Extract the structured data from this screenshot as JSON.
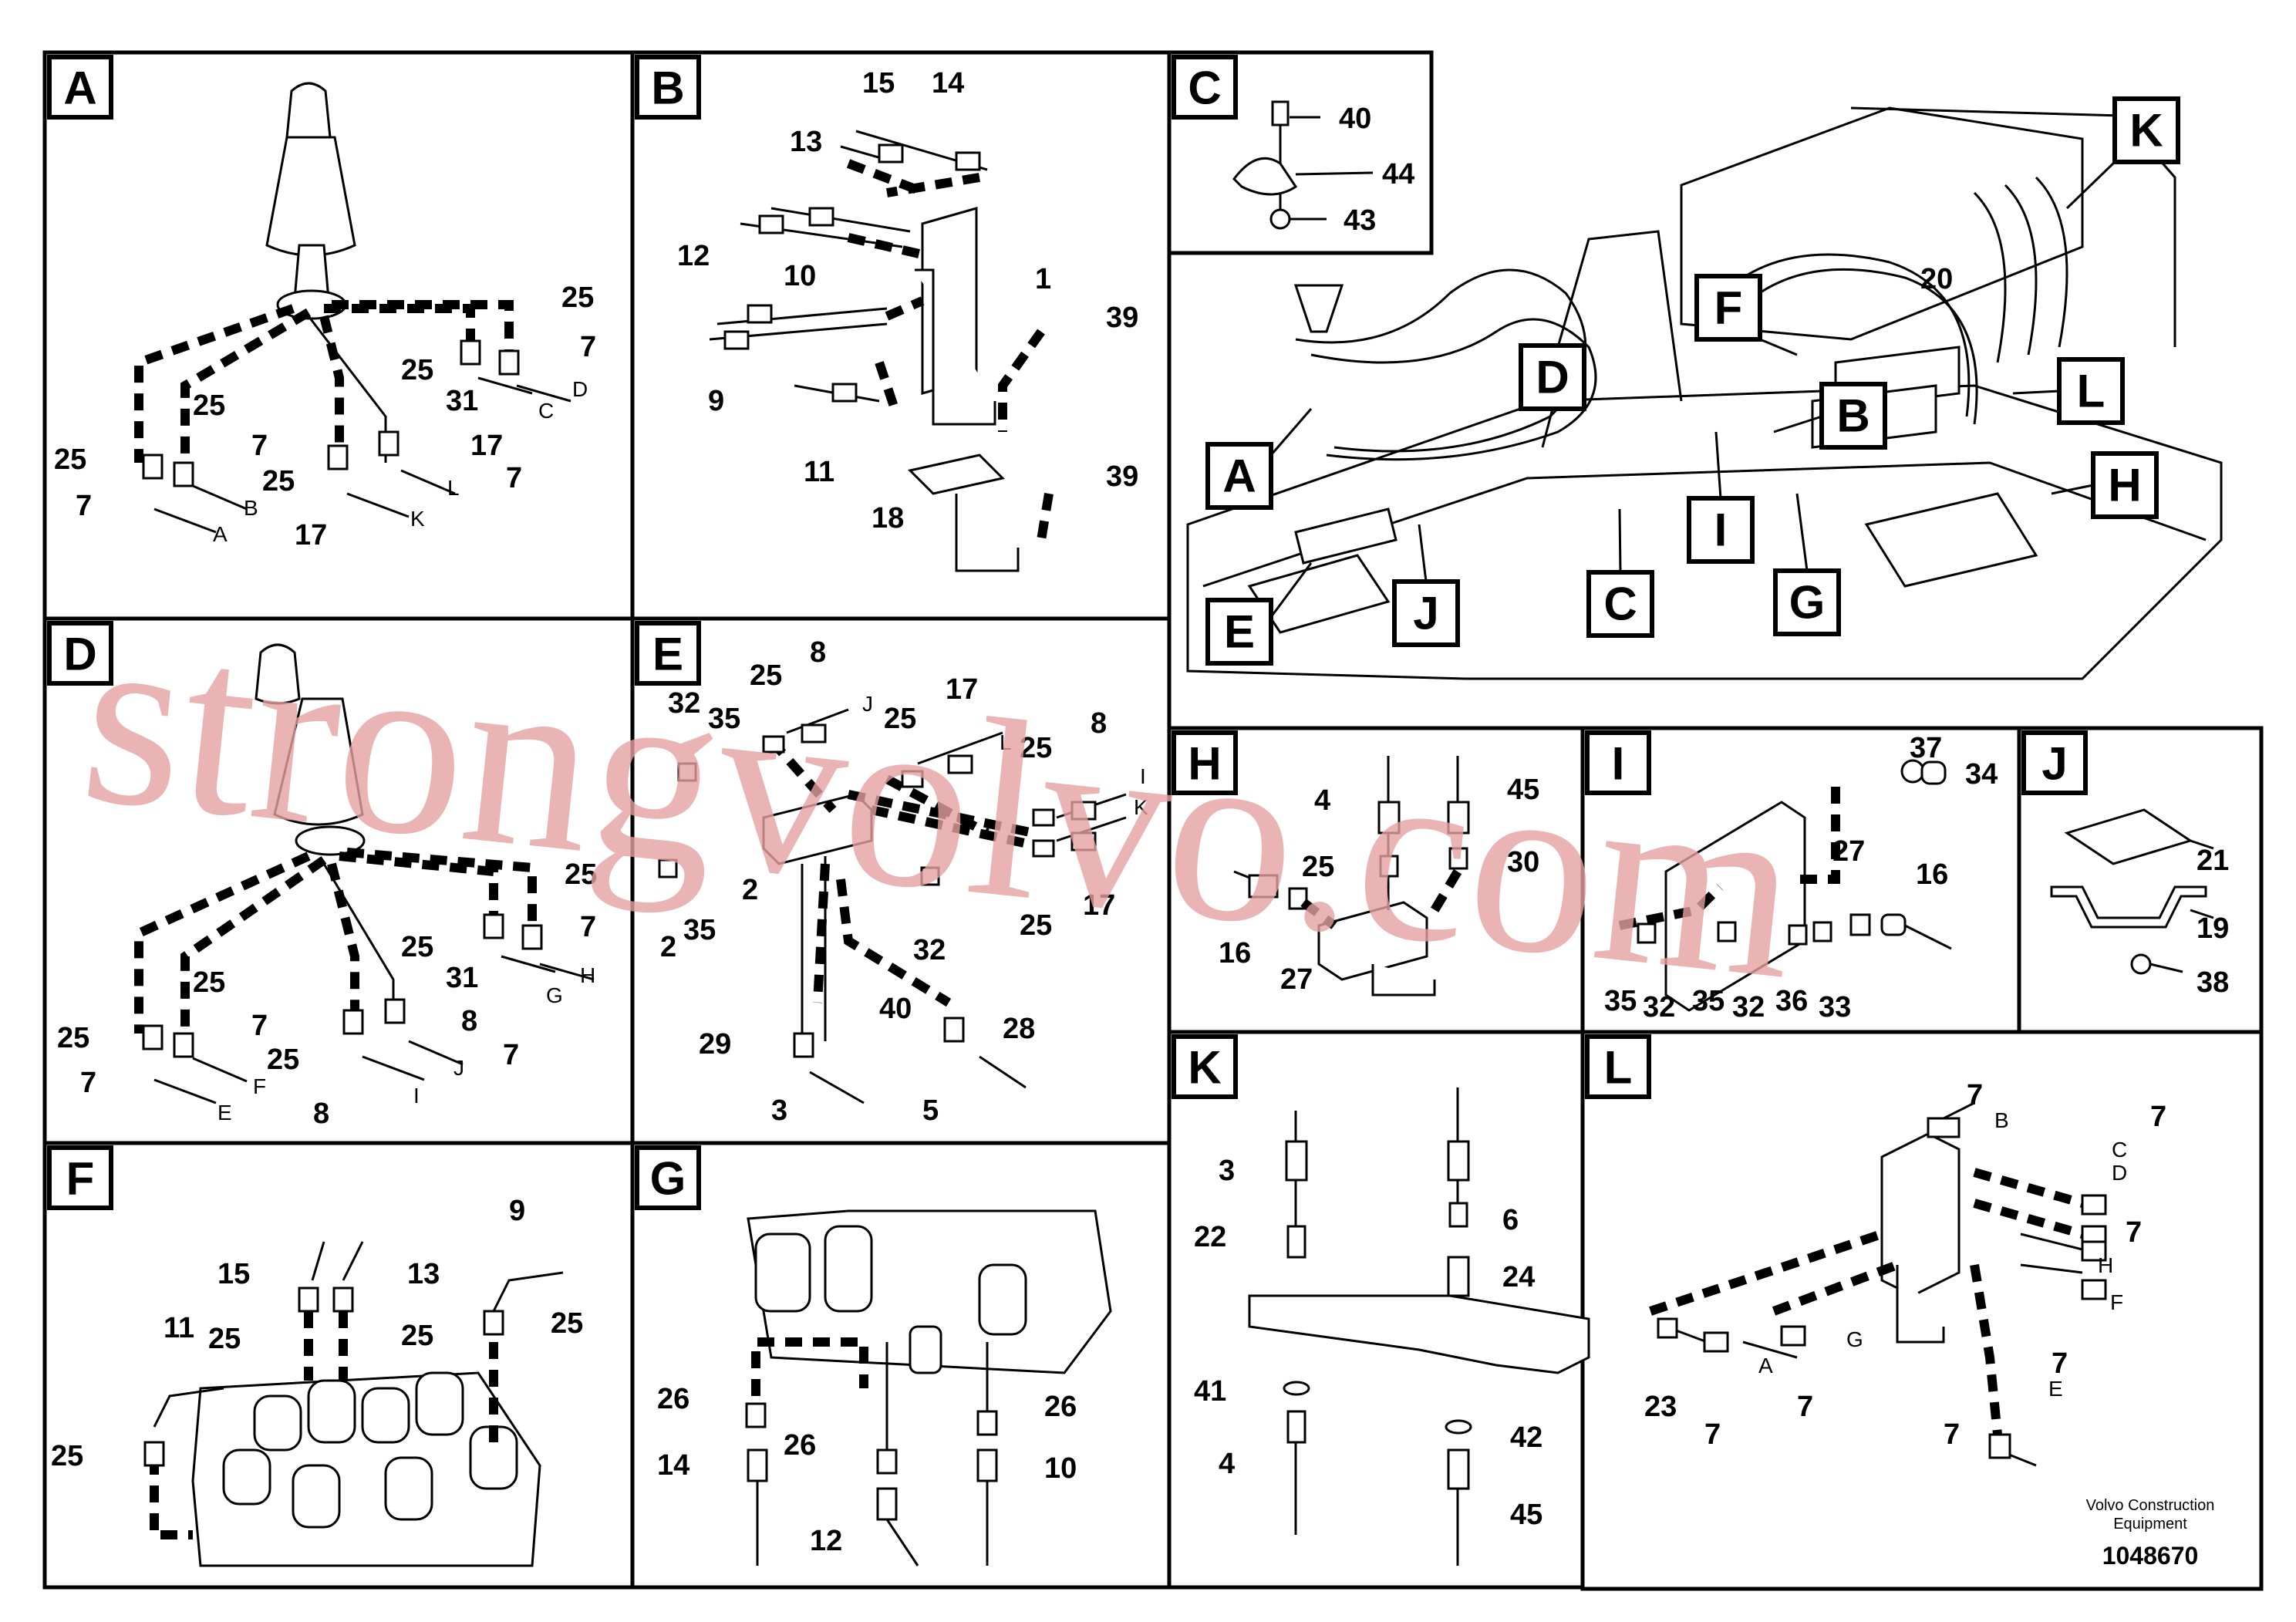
{
  "panels": [
    {
      "id": "A",
      "title": "A"
    },
    {
      "id": "B",
      "title": "B"
    },
    {
      "id": "C",
      "title": "C"
    },
    {
      "id": "D",
      "title": "D"
    },
    {
      "id": "E",
      "title": "E"
    },
    {
      "id": "F",
      "title": "F"
    },
    {
      "id": "G",
      "title": "G"
    },
    {
      "id": "H",
      "title": "H"
    },
    {
      "id": "I",
      "title": "I"
    },
    {
      "id": "J",
      "title": "J"
    },
    {
      "id": "K",
      "title": "K"
    },
    {
      "id": "L",
      "title": "L"
    }
  ],
  "overview": {
    "tags": [
      "K",
      "F",
      "D",
      "B",
      "L",
      "A",
      "H",
      "I",
      "G",
      "E",
      "J",
      "C"
    ],
    "part_20": "20"
  },
  "callouts": {
    "A": [
      "25",
      "7",
      "25",
      "25",
      "7",
      "31",
      "17",
      "7",
      "25",
      "7",
      "25",
      "17"
    ],
    "A_letters": [
      "D",
      "C",
      "B",
      "L",
      "A",
      "K"
    ],
    "B": [
      "15",
      "14",
      "13",
      "12",
      "10",
      "1",
      "39",
      "9",
      "11",
      "39",
      "18"
    ],
    "C": [
      "40",
      "44",
      "43"
    ],
    "D": [
      "25",
      "7",
      "25",
      "25",
      "7",
      "31",
      "8",
      "7",
      "25",
      "7",
      "25",
      "8"
    ],
    "D_letters": [
      "H",
      "G",
      "F",
      "J",
      "E",
      "I"
    ],
    "E": [
      "8",
      "25",
      "17",
      "32",
      "35",
      "25",
      "25",
      "8",
      "17",
      "25",
      "2",
      "35",
      "2",
      "32",
      "40",
      "28",
      "29",
      "3",
      "5"
    ],
    "E_letters": [
      "J",
      "L",
      "I",
      "K"
    ],
    "F": [
      "9",
      "15",
      "13",
      "11",
      "25",
      "25",
      "25",
      "25"
    ],
    "G": [
      "26",
      "26",
      "26",
      "14",
      "10",
      "12"
    ],
    "H": [
      "4",
      "45",
      "25",
      "30",
      "16",
      "27"
    ],
    "I": [
      "37",
      "34",
      "27",
      "16",
      "35",
      "32",
      "35",
      "32",
      "36",
      "33"
    ],
    "J": [
      "21",
      "19",
      "38"
    ],
    "K": [
      "3",
      "6",
      "22",
      "24",
      "41",
      "42",
      "4",
      "45"
    ],
    "L": [
      "7",
      "7",
      "7",
      "7",
      "23",
      "7",
      "7",
      "7"
    ],
    "L_letters": [
      "B",
      "C",
      "D",
      "H",
      "F",
      "A",
      "G",
      "E"
    ]
  },
  "watermark": "strongvolvo.com",
  "footer": {
    "brand": "Volvo Construction Equipment",
    "brand_line1": "Volvo Construction",
    "brand_line2": "Equipment",
    "number": "1048670"
  }
}
